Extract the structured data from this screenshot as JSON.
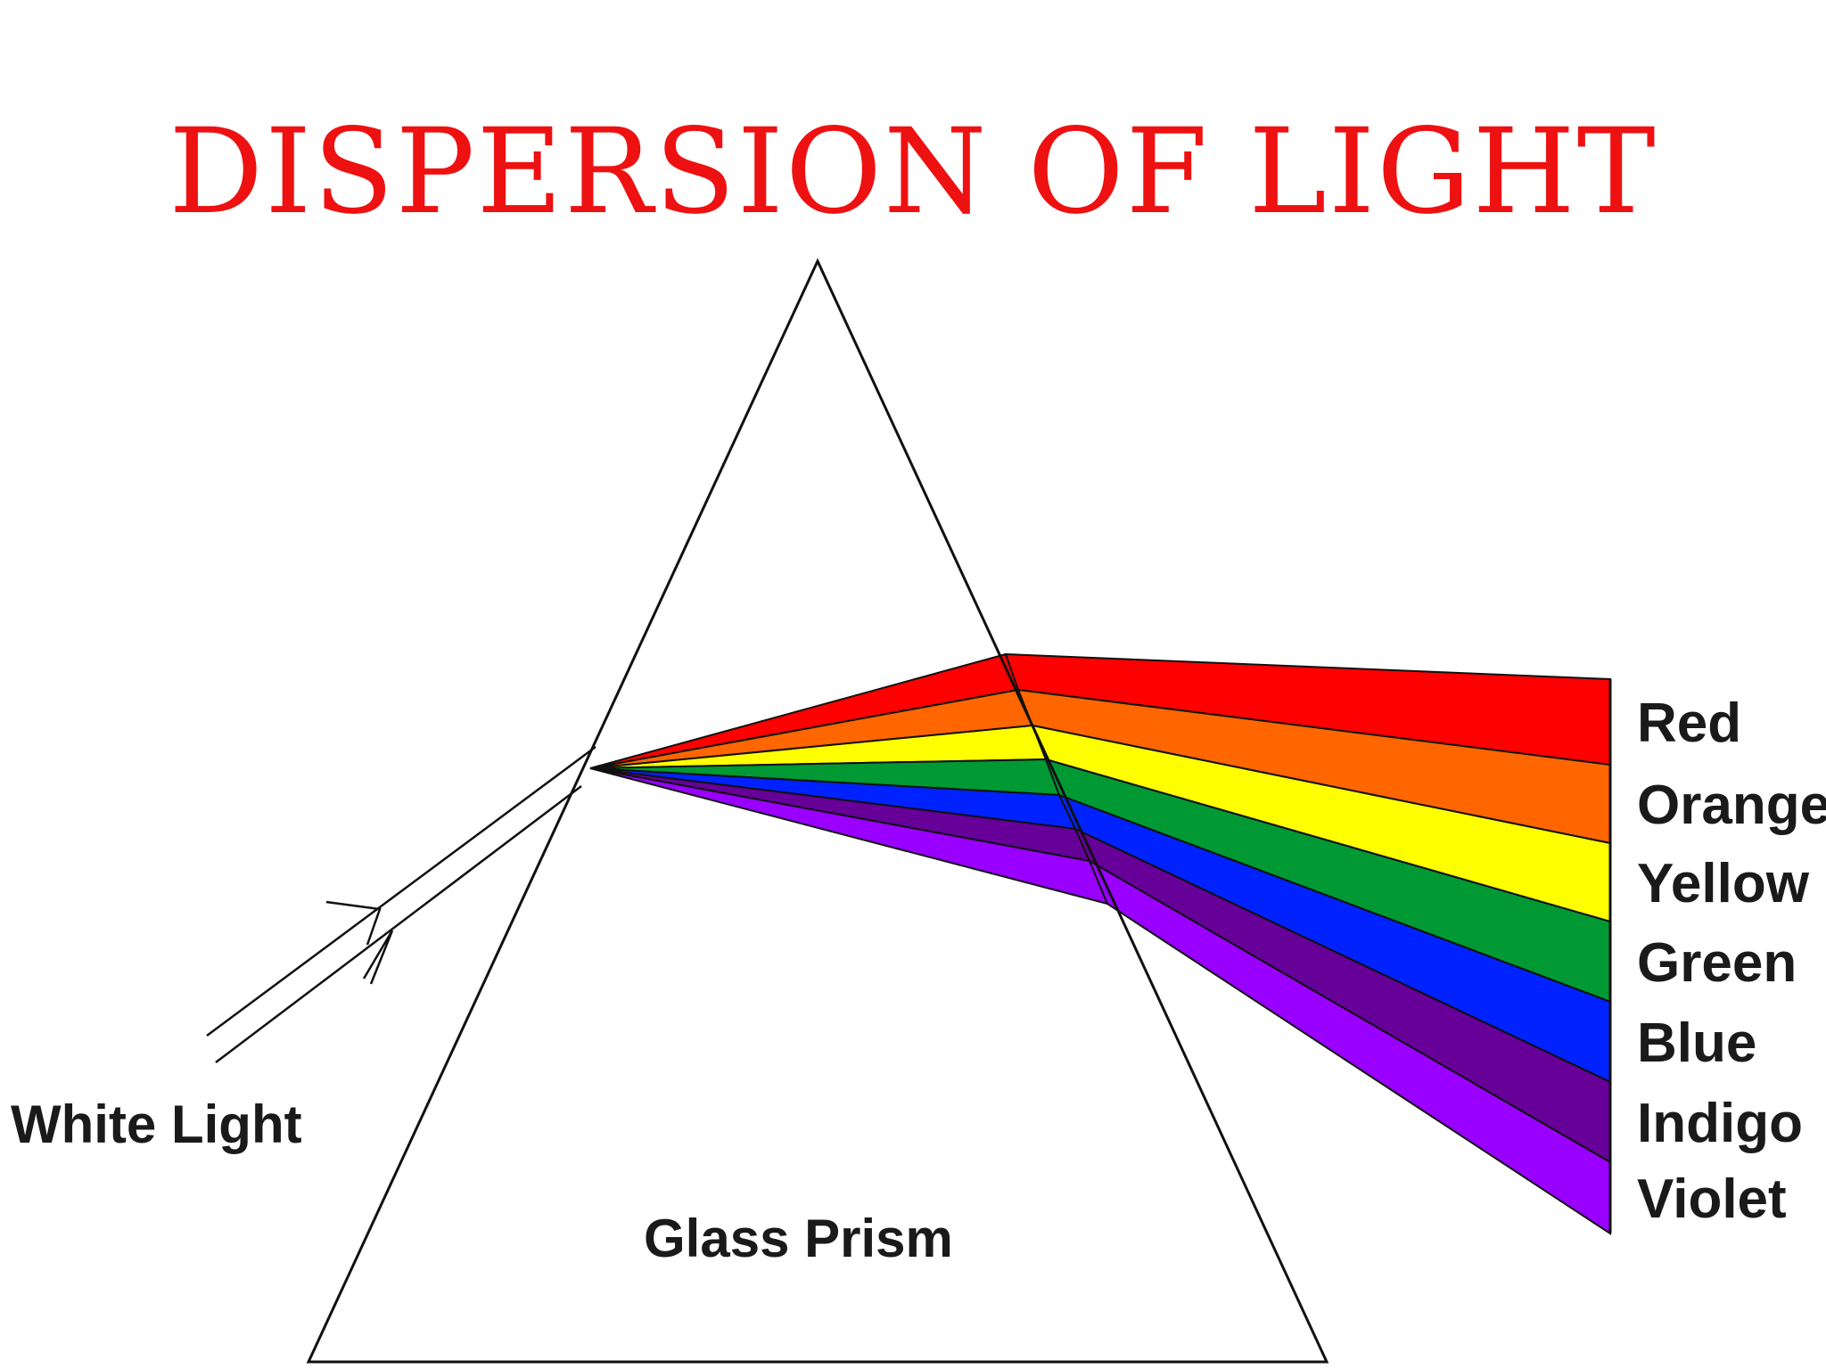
{
  "title": "DISPERSION OF LIGHT",
  "colors": {
    "title": "#ee1111",
    "outline": "#111111"
  },
  "labels": {
    "white_light": "White Light",
    "prism": "Glass Prism"
  },
  "spectrum": [
    {
      "name": "Red",
      "color": "#ff0000"
    },
    {
      "name": "Orange",
      "color": "#ff6600"
    },
    {
      "name": "Yellow",
      "color": "#ffff00"
    },
    {
      "name": "Green",
      "color": "#009933"
    },
    {
      "name": "Blue",
      "color": "#0022ff"
    },
    {
      "name": "Indigo",
      "color": "#660099"
    },
    {
      "name": "Violet",
      "color": "#9900ff"
    }
  ]
}
